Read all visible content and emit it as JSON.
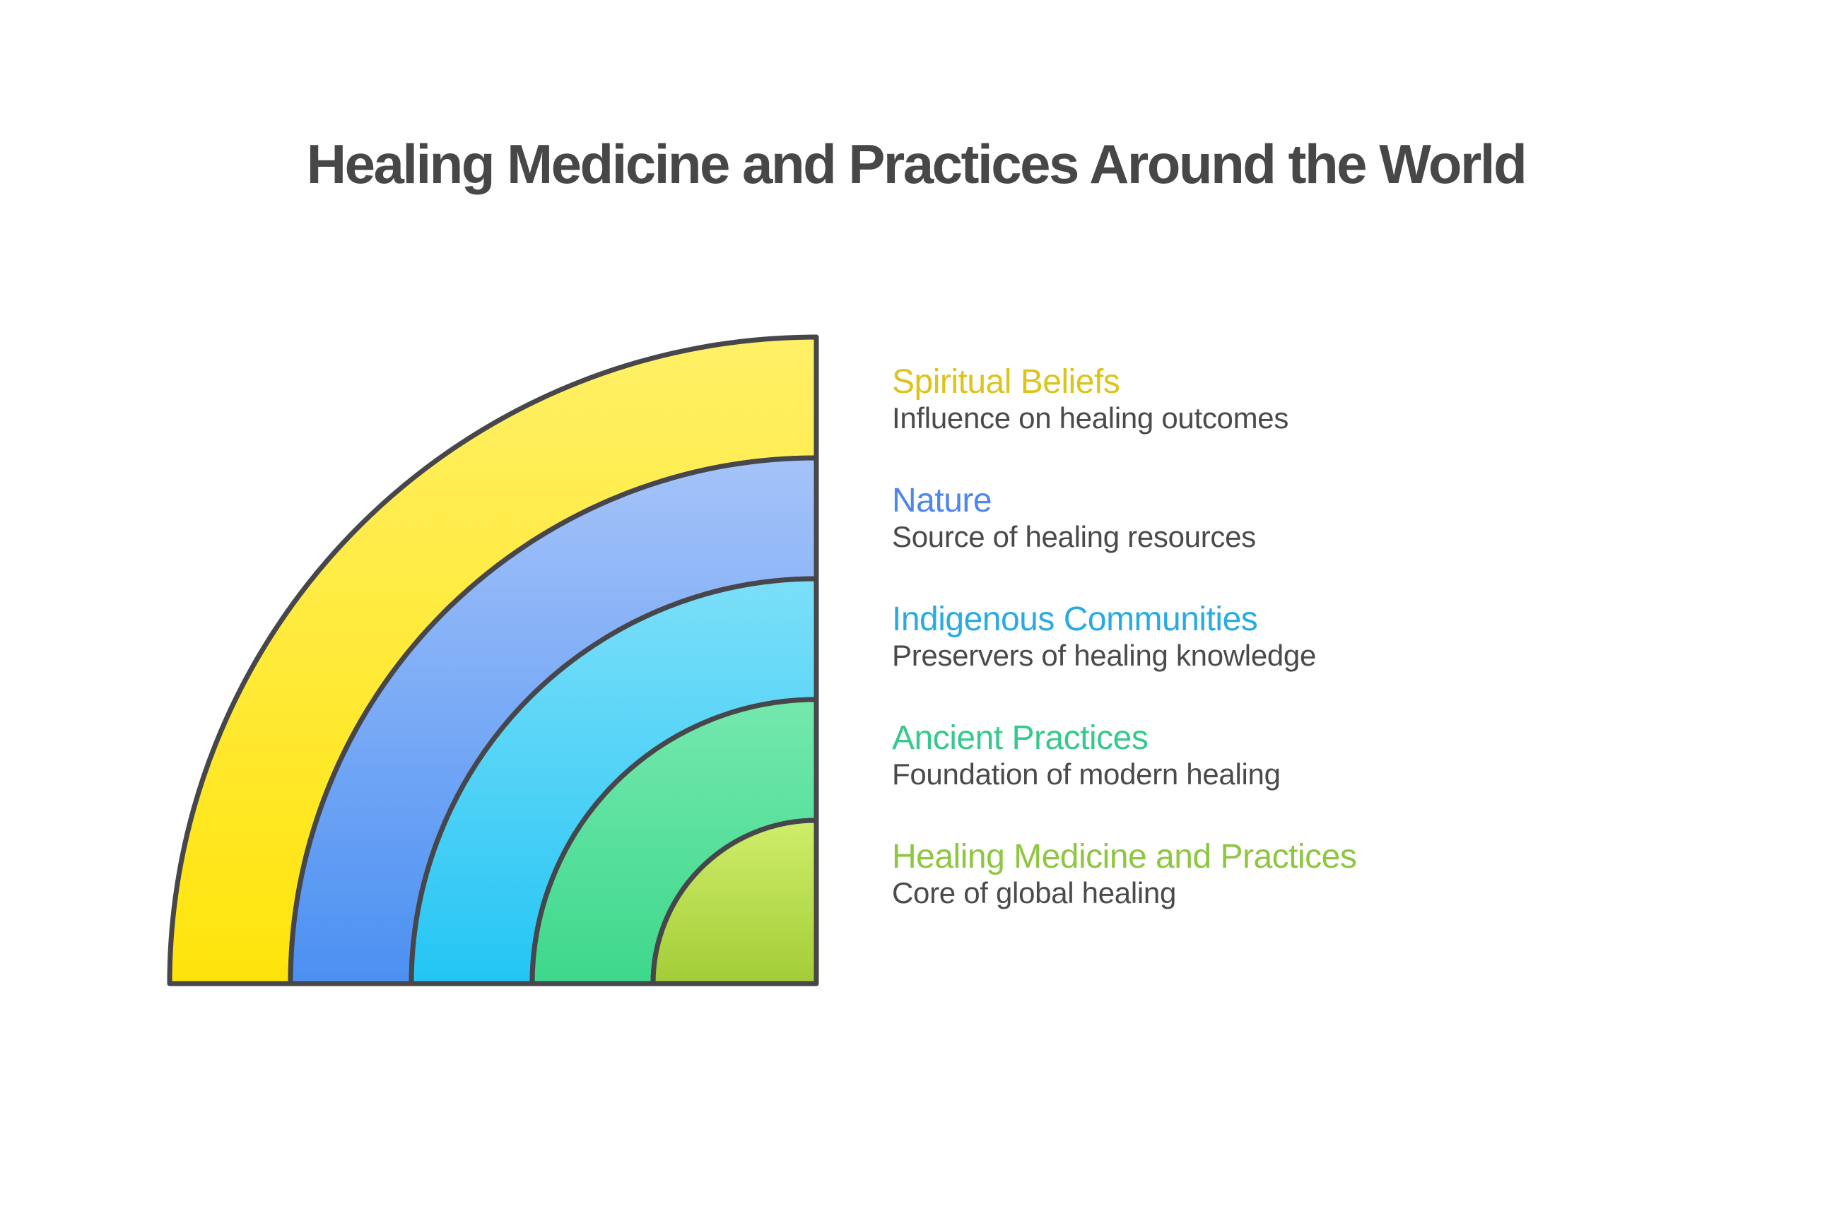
{
  "title": "Healing Medicine and Practices Around the World",
  "title_color": "#474747",
  "text_color": "#4a4a4a",
  "diagram": {
    "type": "quarter-circle-onion",
    "stroke_color": "#46464b",
    "layers": [
      {
        "label": "Spiritual Beliefs",
        "description": "Influence on healing outcomes",
        "label_color": "#dcc41b",
        "fill_top": "#fff067",
        "fill_bottom": "#ffe40a",
        "outer_radius": 915
      },
      {
        "label": "Nature",
        "description": "Source of healing resources",
        "label_color": "#4e86ec",
        "fill_top": "#a5c3f9",
        "fill_bottom": "#4b90f2",
        "outer_radius": 744
      },
      {
        "label": "Indigenous Communities",
        "description": "Preservers of healing knowledge",
        "label_color": "#29abe2",
        "fill_top": "#7cdff9",
        "fill_bottom": "#24c5f4",
        "outer_radius": 573
      },
      {
        "label": "Ancient Practices",
        "description": "Foundation of modern healing",
        "label_color": "#36c98c",
        "fill_top": "#74e8ae",
        "fill_bottom": "#3dd88b",
        "outer_radius": 402
      },
      {
        "label": "Healing Medicine and Practices",
        "description": "Core of global healing",
        "label_color": "#8dc63f",
        "fill_top": "#cfed6a",
        "fill_bottom": "#a3cd37",
        "outer_radius": 231
      }
    ]
  }
}
